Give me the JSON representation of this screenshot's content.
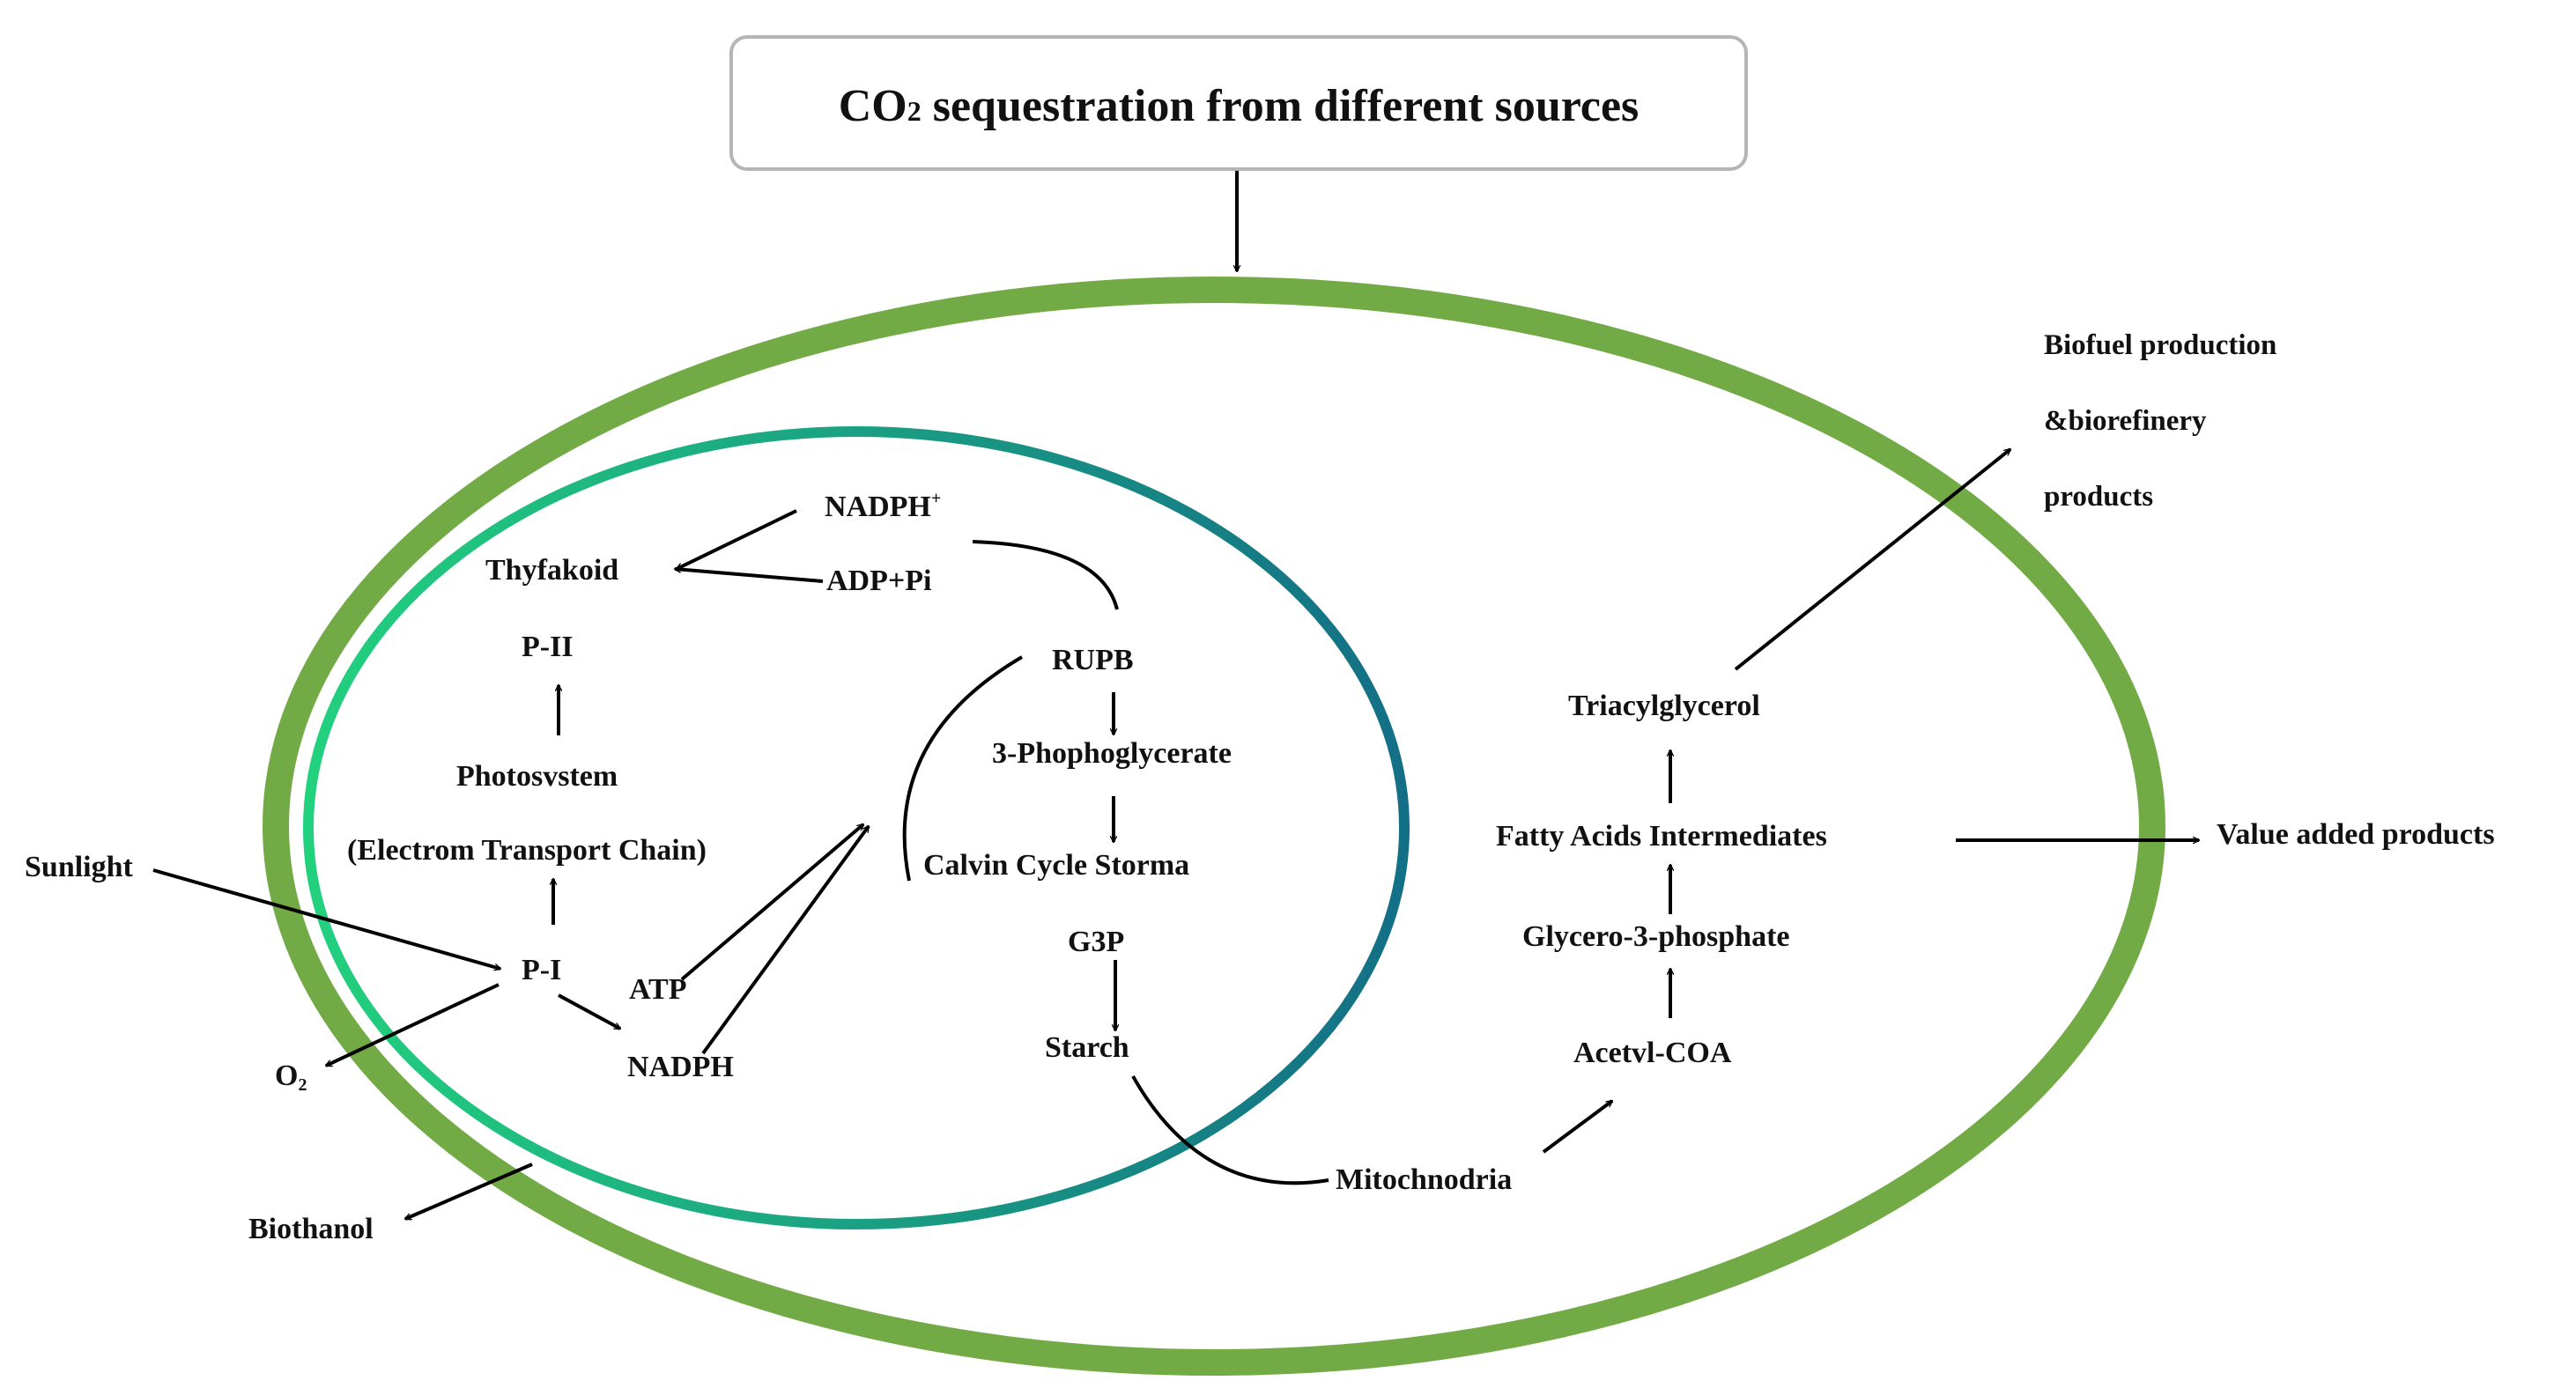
{
  "title": {
    "co2_prefix": "CO",
    "co2_sub": "2",
    "rest": " sequestration from different sources"
  },
  "colors": {
    "outer_cell": "#72aa45",
    "inner_gradient_start": "#22d17e",
    "inner_gradient_end": "#136f86",
    "arrows": "#000000"
  },
  "labels": {
    "nadph_plus_base": "NADPH",
    "nadph_plus_sup": "+",
    "adp_pi": "ADP+Pi",
    "thylakoid": "Thyfakoid",
    "p_ii": "P-II",
    "photosystem": "Photosvstem",
    "etc": "(Electrom Transport Chain)",
    "sunlight": "Sunlight",
    "p_i": "P-I",
    "atp": "ATP",
    "nadph": "NADPH",
    "o2_base": "O",
    "o2_sub": "2",
    "biothanol": "Biothanol",
    "rupb": "RUPB",
    "phosphoglycerate": "3-Phophoglycerate",
    "calvin_cycle": "Calvin Cycle Storma",
    "g3p": "G3P",
    "starch": "Starch",
    "mitochondria": "Mitochnodria",
    "acetyl_coa": "Acetvl-COA",
    "glycero_phosphate": "Glycero-3-phosphate",
    "fatty_acids": "Fatty Acids Intermediates",
    "triacylglycerol": "Triacylglycerol",
    "value_added": "Value added products",
    "biofuel_line1": "Biofuel production",
    "biofuel_line2": "&biorefinery",
    "biofuel_line3": "products"
  }
}
